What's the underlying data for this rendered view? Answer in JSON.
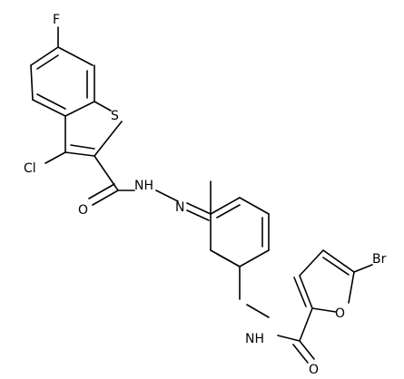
{
  "molecule": {
    "atoms": {
      "F": "F",
      "S": "S",
      "Cl": "Cl",
      "hydrazide_O": "O",
      "NH_hydrazide": "NH",
      "N_imine": "N",
      "Br": "Br",
      "furan_O": "O",
      "NH_amide": "NH",
      "amide_O": "O"
    }
  },
  "colors": {
    "bond": "#000000",
    "label": "#000000",
    "background": "#ffffff"
  }
}
